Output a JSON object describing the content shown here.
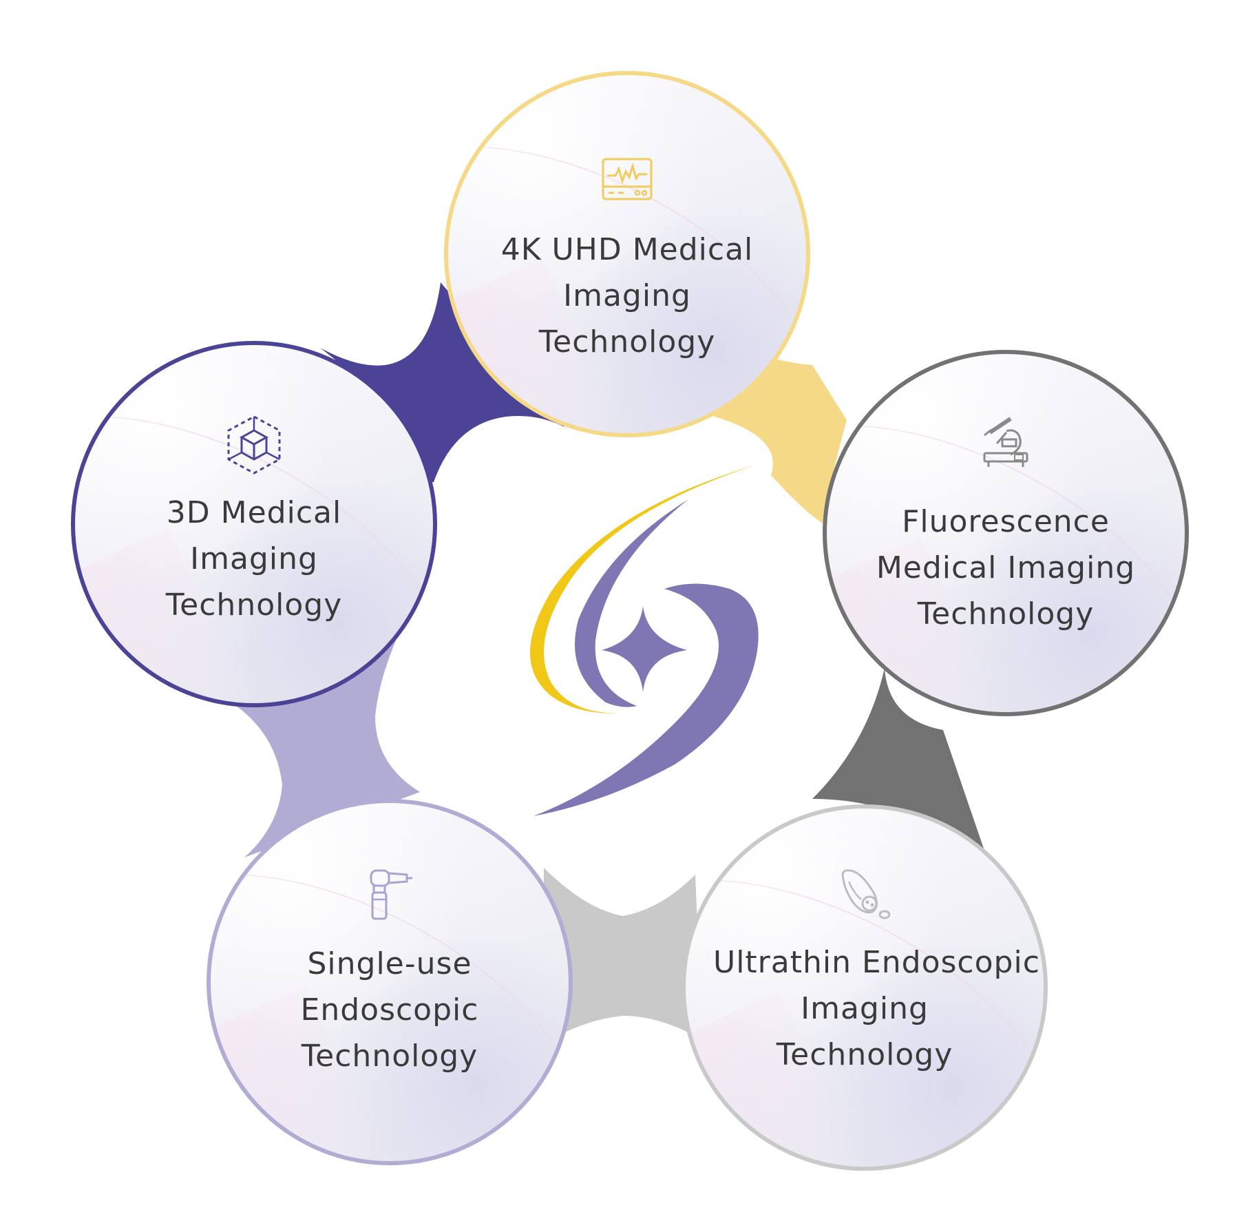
{
  "colors": {
    "top": "#f6d987",
    "left": "#4b4496",
    "right": "#727272",
    "bottom_left": "#b0acd3",
    "bottom_right": "#c9c9c9",
    "logo_yellow": "#f1c818",
    "logo_purple": "#7f76b4"
  },
  "nodes": [
    {
      "id": "4k",
      "lines": [
        "4K UHD Medical",
        "Imaging",
        "Technology"
      ],
      "icon": "monitor-waveform-icon"
    },
    {
      "id": "fluorescence",
      "lines": [
        "Fluorescence",
        "Medical Imaging",
        "Technology"
      ],
      "icon": "microscope-icon"
    },
    {
      "id": "ultrathin",
      "lines": [
        "Ultrathin Endoscopic",
        "Imaging",
        "Technology"
      ],
      "icon": "capsule-cell-icon"
    },
    {
      "id": "singleuse",
      "lines": [
        "Single-use",
        "Endoscopic",
        "Technology"
      ],
      "icon": "otoscope-icon"
    },
    {
      "id": "3d",
      "lines": [
        "3D Medical",
        "Imaging",
        "Technology"
      ],
      "icon": "cube-3d-icon"
    }
  ]
}
